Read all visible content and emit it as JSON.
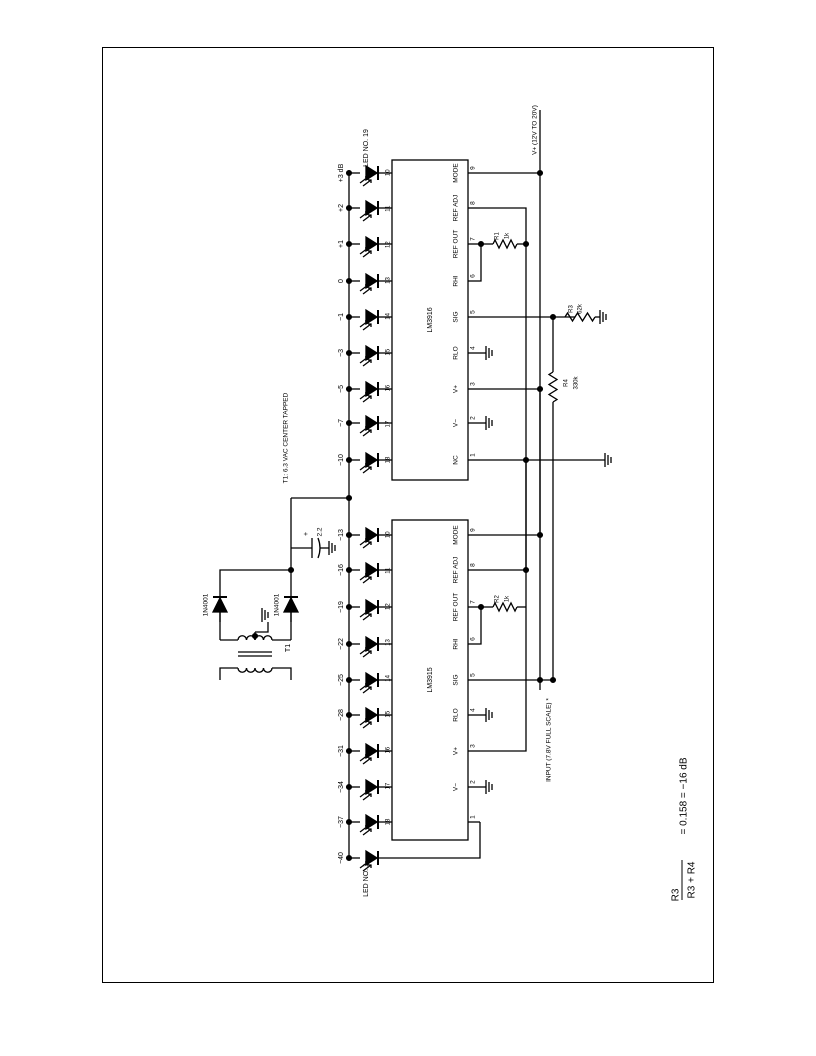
{
  "chips": {
    "upper": {
      "name": "LM3916",
      "pins": [
        {
          "num": "1",
          "label": "NC"
        },
        {
          "num": "2",
          "label": "V−"
        },
        {
          "num": "3",
          "label": "V+"
        },
        {
          "num": "4",
          "label": "RLO"
        },
        {
          "num": "5",
          "label": "SIG"
        },
        {
          "num": "6",
          "label": "RHI"
        },
        {
          "num": "7",
          "label": "REF OUT"
        },
        {
          "num": "8",
          "label": "REF ADJ"
        },
        {
          "num": "9",
          "label": "MODE"
        }
      ],
      "led_labels": [
        "−10",
        "−7",
        "−5",
        "−3",
        "−1",
        "0",
        "+1",
        "+2",
        "+3 dB"
      ],
      "led_pins": [
        "18",
        "17",
        "16",
        "15",
        "14",
        "13",
        "12",
        "11",
        "10"
      ]
    },
    "lower": {
      "name": "LM3915",
      "pins": [
        {
          "num": "1",
          "label": ""
        },
        {
          "num": "2",
          "label": "V−"
        },
        {
          "num": "3",
          "label": "V+"
        },
        {
          "num": "4",
          "label": "RLO"
        },
        {
          "num": "5",
          "label": "SIG"
        },
        {
          "num": "6",
          "label": "RHI"
        },
        {
          "num": "7",
          "label": "REF OUT"
        },
        {
          "num": "8",
          "label": "REF ADJ"
        },
        {
          "num": "9",
          "label": "MODE"
        }
      ],
      "led_labels": [
        "−40",
        "−37",
        "−34",
        "−31",
        "−28",
        "−25",
        "−22",
        "−19",
        "−16",
        "−13"
      ],
      "led_pins": [
        "",
        "18",
        "17",
        "16",
        "15",
        "14",
        "13",
        "12",
        "11",
        "10"
      ]
    }
  },
  "led_end_labels": {
    "top": "LED NO. 19",
    "bottom": "LED NO. 1"
  },
  "resistors": {
    "r1": {
      "name": "R1",
      "value": "1k"
    },
    "r2": {
      "name": "R2",
      "value": "1k"
    },
    "r3": {
      "name": "R3",
      "value": "62k"
    },
    "r4": {
      "name": "R4",
      "value": "330k"
    }
  },
  "supply": {
    "vplus": "V+ (12V TO 20V)",
    "input": "INPUT (7.8V FULL SCALE) *",
    "transformer_note": "T1: 6.3 VAC CENTER TAPPED",
    "transformer": "T1",
    "diode_a": "1N4001",
    "diode_b": "1N4001",
    "capacitor": "2.2",
    "cap_plus": "+"
  },
  "equation": {
    "numerator": "R3",
    "denominator": "R3 + R4",
    "result": "= 0.158 = −16 dB"
  }
}
